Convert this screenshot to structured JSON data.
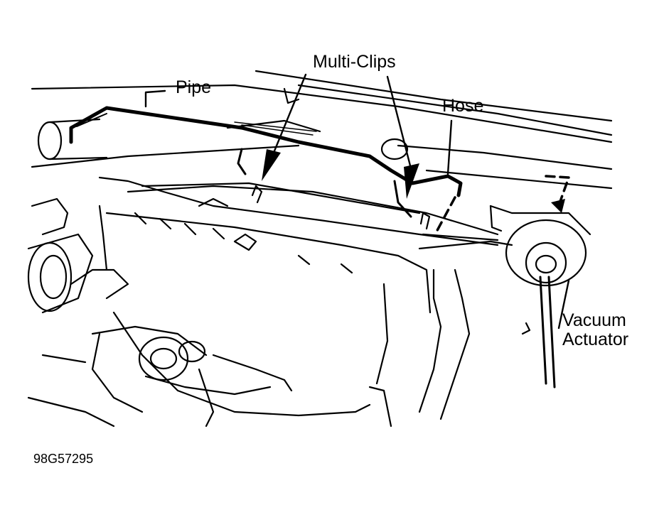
{
  "labels": {
    "multi_clips": "Multi-Clips",
    "pipe": "Pipe",
    "hose": "Hose",
    "vacuum_line1": "Vacuum",
    "vacuum_line2": "Actuator"
  },
  "figure_code": "98G57295",
  "colors": {
    "ink": "#000000",
    "paper": "#ffffff"
  }
}
